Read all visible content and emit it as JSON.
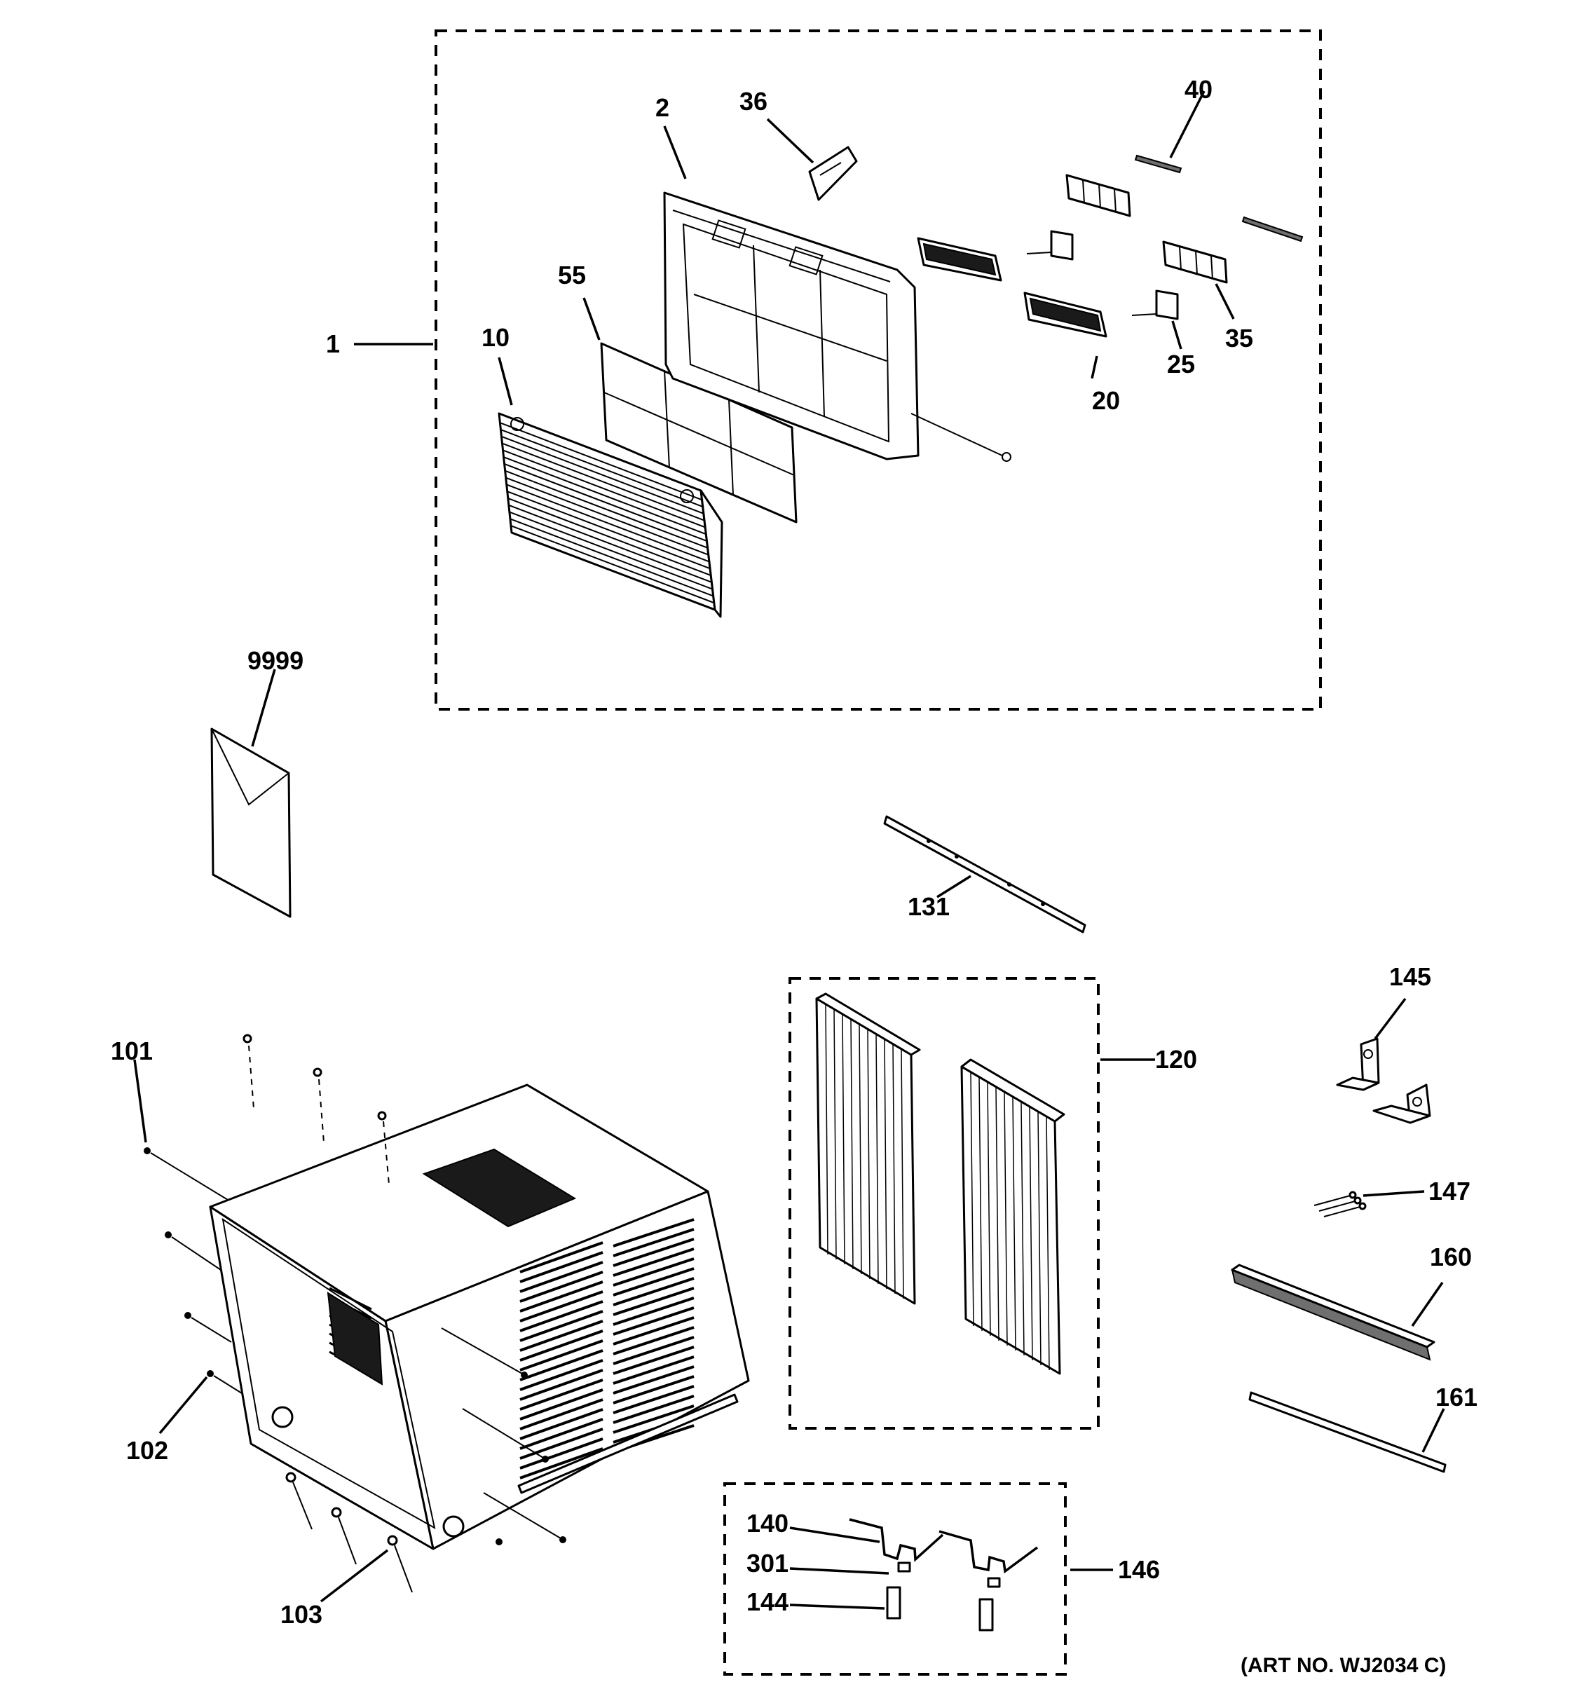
{
  "labels": {
    "l1": "1",
    "l2": "2",
    "l10": "10",
    "l20": "20",
    "l25": "25",
    "l35": "35",
    "l36": "36",
    "l40": "40",
    "l55": "55",
    "l9999": "9999",
    "l101": "101",
    "l102": "102",
    "l103": "103",
    "l120": "120",
    "l131": "131",
    "l140": "140",
    "l144": "144",
    "l145": "145",
    "l146": "146",
    "l147": "147",
    "l160": "160",
    "l161": "161",
    "l301": "301"
  },
  "art_number": "(ART NO. WJ2034 C)",
  "colors": {
    "line": "#000000",
    "background": "#ffffff",
    "shading": "#6f6f6f"
  }
}
